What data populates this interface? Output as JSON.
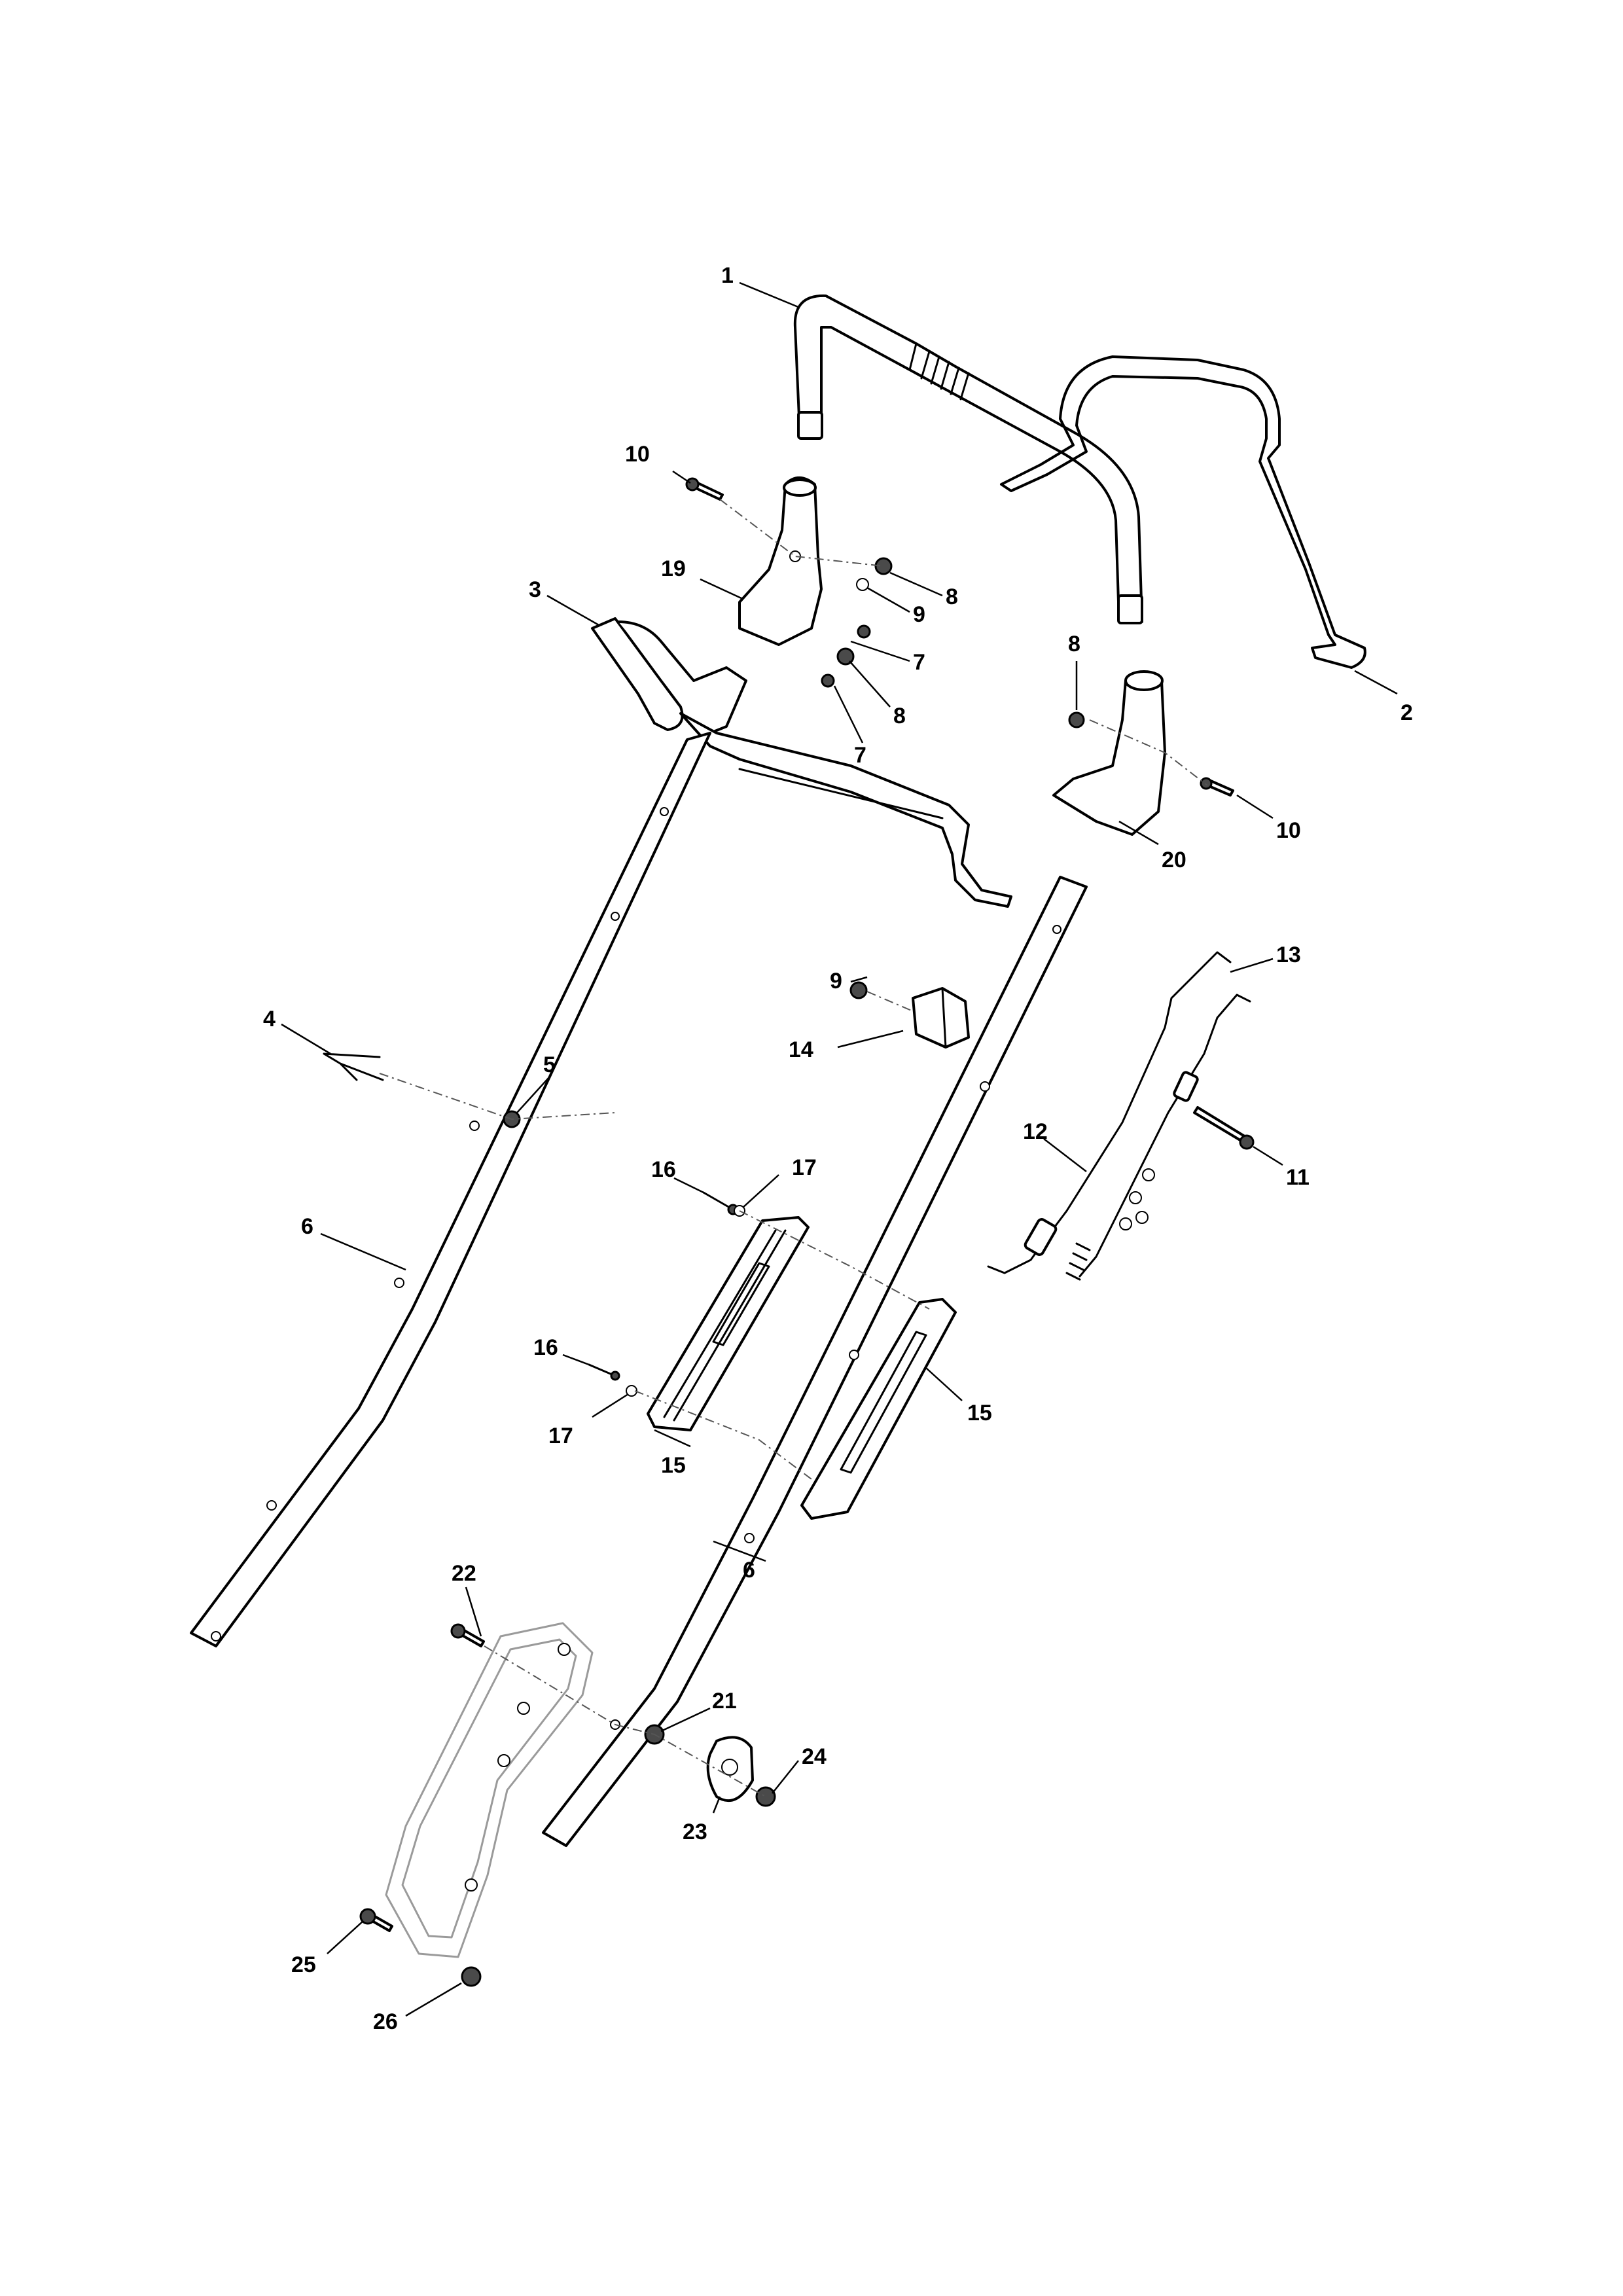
{
  "callouts": [
    {
      "id": "c1",
      "text": "1"
    },
    {
      "id": "c2",
      "text": "2"
    },
    {
      "id": "c3",
      "text": "3"
    },
    {
      "id": "c4",
      "text": "4"
    },
    {
      "id": "c5",
      "text": "5"
    },
    {
      "id": "c6a",
      "text": "6"
    },
    {
      "id": "c6b",
      "text": "6"
    },
    {
      "id": "c7a",
      "text": "7"
    },
    {
      "id": "c7b",
      "text": "7"
    },
    {
      "id": "c8a",
      "text": "8"
    },
    {
      "id": "c8b",
      "text": "8"
    },
    {
      "id": "c8c",
      "text": "8"
    },
    {
      "id": "c9a",
      "text": "9"
    },
    {
      "id": "c9b",
      "text": "9"
    },
    {
      "id": "c10a",
      "text": "10"
    },
    {
      "id": "c10b",
      "text": "10"
    },
    {
      "id": "c11",
      "text": "11"
    },
    {
      "id": "c12",
      "text": "12"
    },
    {
      "id": "c13",
      "text": "13"
    },
    {
      "id": "c14",
      "text": "14"
    },
    {
      "id": "c15a",
      "text": "15"
    },
    {
      "id": "c15b",
      "text": "15"
    },
    {
      "id": "c16a",
      "text": "16"
    },
    {
      "id": "c16b",
      "text": "16"
    },
    {
      "id": "c17a",
      "text": "17"
    },
    {
      "id": "c17b",
      "text": "17"
    },
    {
      "id": "c19",
      "text": "19"
    },
    {
      "id": "c20",
      "text": "20"
    },
    {
      "id": "c21",
      "text": "21"
    },
    {
      "id": "c22",
      "text": "22"
    },
    {
      "id": "c23",
      "text": "23"
    },
    {
      "id": "c24",
      "text": "24"
    },
    {
      "id": "c25",
      "text": "25"
    },
    {
      "id": "c26",
      "text": "26"
    }
  ]
}
